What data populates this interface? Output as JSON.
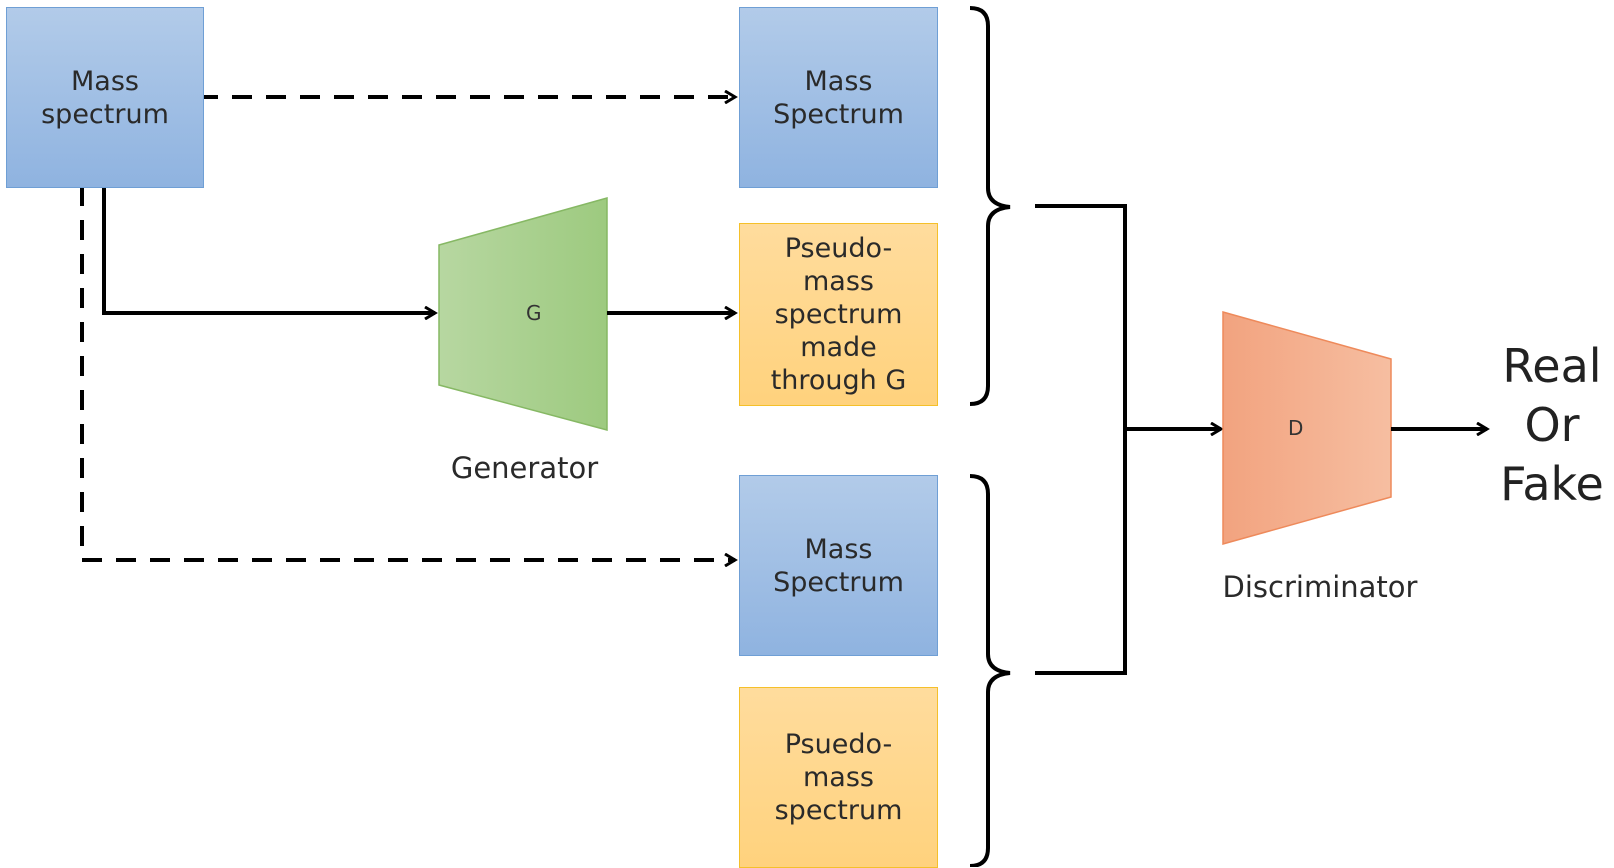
{
  "nodes": {
    "input": {
      "label": "Mass\nspectrum"
    },
    "real_top": {
      "label": "Mass\nSpectrum"
    },
    "pseudo_generated": {
      "label": "Pseudo-\nmass\nspectrum\nmade\nthrough G"
    },
    "real_bottom": {
      "label": "Mass\nSpectrum"
    },
    "pseudo_bottom": {
      "label": "Psuedo-\nmass\nspectrum"
    }
  },
  "generator": {
    "letter": "G",
    "caption": "Generator",
    "color": "#a9d18e"
  },
  "discriminator": {
    "letter": "D",
    "caption": "Discriminator",
    "color": "#f4b183"
  },
  "output": {
    "label": "Real\nOr\nFake"
  },
  "colors": {
    "real_box": "#9dbde4",
    "pseudo_box": "#ffd98a",
    "line": "#000000"
  }
}
